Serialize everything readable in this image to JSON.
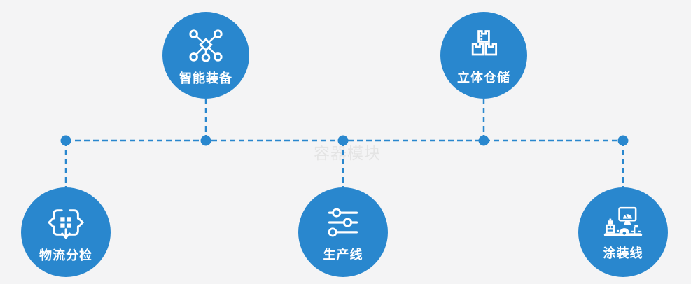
{
  "watermark": {
    "text": "容器模块"
  },
  "colors": {
    "primary": "#2987ce",
    "background": "#f4f4f5",
    "label": "#ffffff",
    "icon": "#ffffff",
    "watermark": "#e4e4e4"
  },
  "nodes": [
    {
      "id": "smart-equipment",
      "label": "智能装备",
      "icon": "network-nodes-icon",
      "row": "top"
    },
    {
      "id": "stereo-warehouse",
      "label": "立体仓储",
      "icon": "stacked-boxes-icon",
      "row": "top"
    },
    {
      "id": "logistics-sorting",
      "label": "物流分检",
      "icon": "sorting-grid-arrows-icon",
      "row": "bottom"
    },
    {
      "id": "production-line",
      "label": "生产线",
      "icon": "sliders-icon",
      "row": "bottom"
    },
    {
      "id": "coating-line",
      "label": "涂装线",
      "icon": "control-console-icon",
      "row": "bottom"
    }
  ]
}
